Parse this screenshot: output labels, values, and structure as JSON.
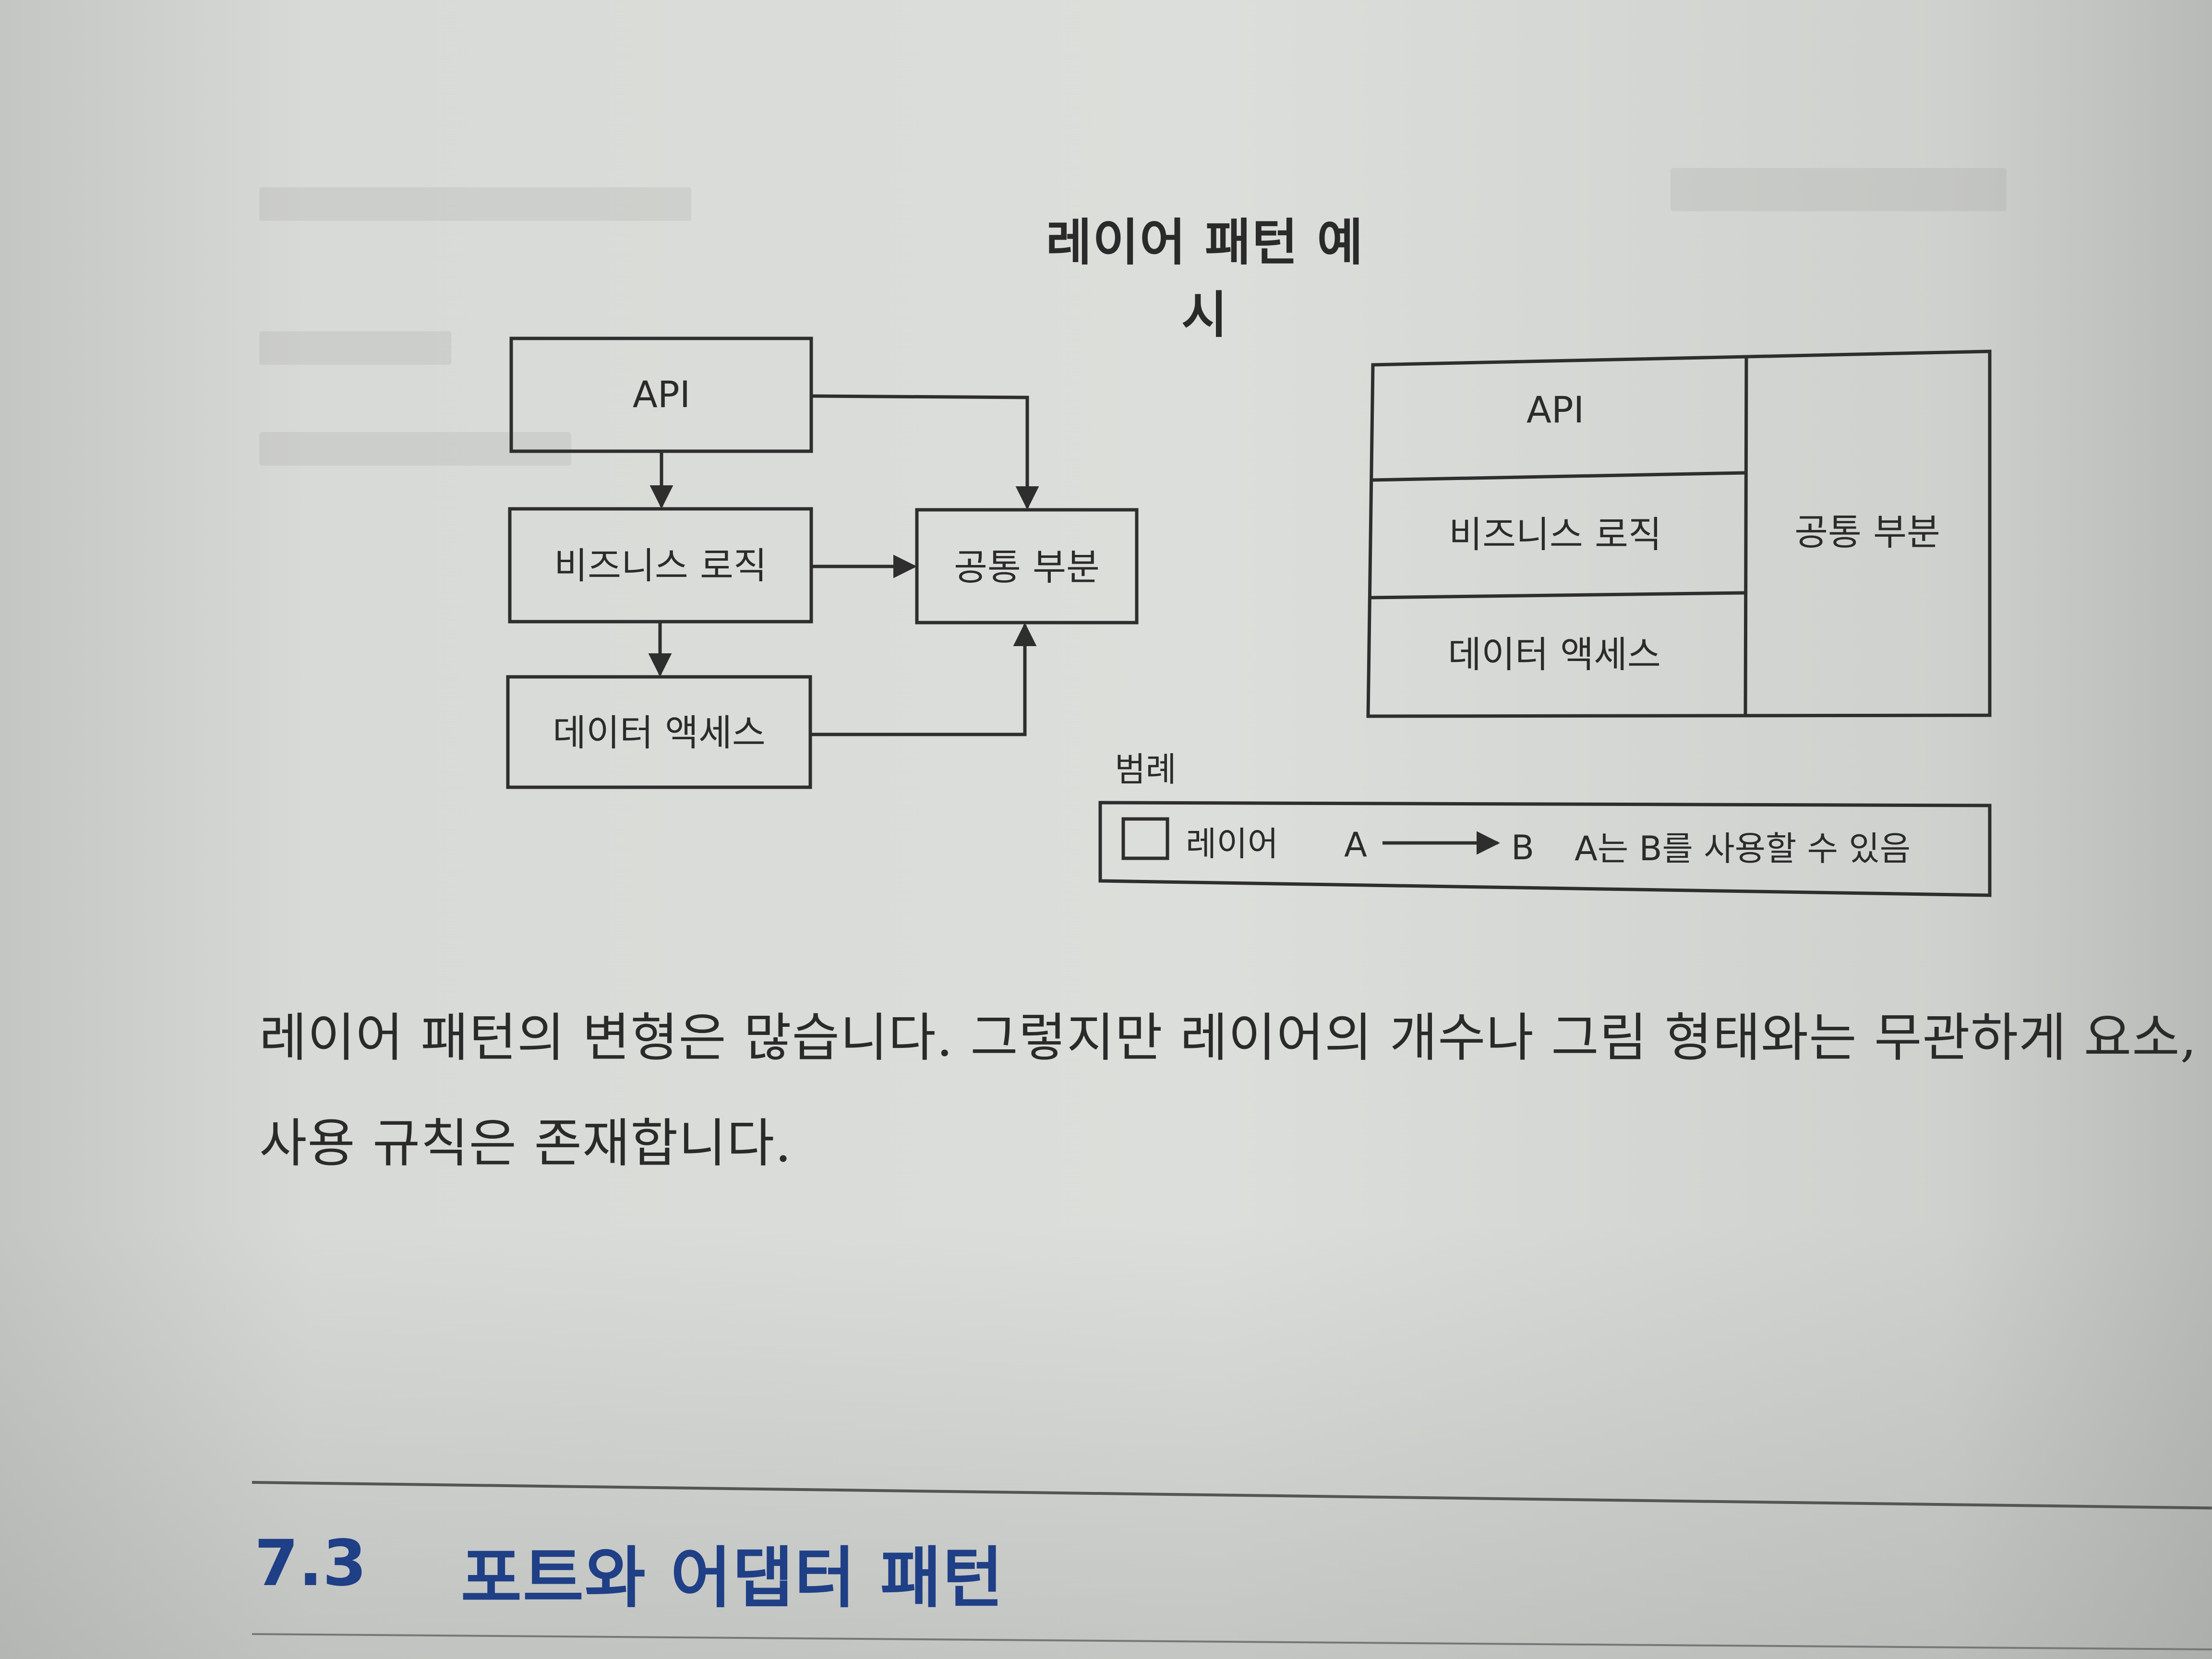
{
  "figure": {
    "title": "레이어 패턴 예시",
    "left_diagram": {
      "api": "API",
      "business_logic": "비즈니스 로직",
      "data_access": "데이터 액세스",
      "common": "공통 부분"
    },
    "right_diagram": {
      "api": "API",
      "business_logic": "비즈니스 로직",
      "data_access": "데이터 액세스",
      "common": "공통 부분"
    },
    "legend": {
      "heading": "범례",
      "layer_label": "레이어",
      "arrow_from": "A",
      "arrow_to": "B",
      "arrow_meaning": "A는 B를 사용할 수 있음"
    }
  },
  "body": {
    "line1": "레이어 패턴의 변형은 많습니다. 그렇지만 레이어의 개수나 그림 형태와는 무관하게 요소, 관계",
    "line2": "사용 규칙은 존재합니다."
  },
  "section": {
    "number": "7.3",
    "title": "포트와 어댑터 패턴"
  },
  "colors": {
    "line": "#2e2e2e",
    "section_heading": "#1f3f86",
    "paper": "#dcdedb"
  }
}
